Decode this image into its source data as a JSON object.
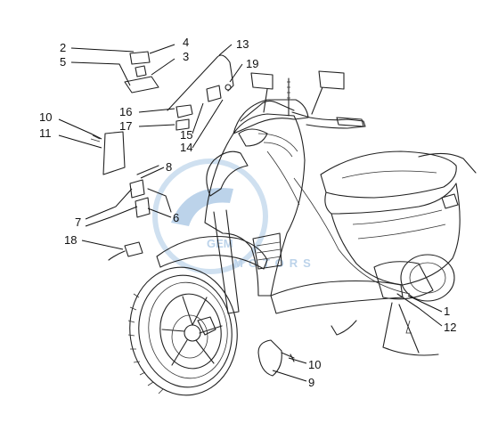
{
  "watermark": {
    "brand": "GEM",
    "sub": "MOTORS"
  },
  "callouts": [
    {
      "id": "c2a",
      "text": "2"
    },
    {
      "id": "c4",
      "text": "4"
    },
    {
      "id": "c5",
      "text": "5"
    },
    {
      "id": "c3",
      "text": "3"
    },
    {
      "id": "c13",
      "text": "13"
    },
    {
      "id": "c19",
      "text": "19"
    },
    {
      "id": "c10a",
      "text": "10"
    },
    {
      "id": "c11",
      "text": "11"
    },
    {
      "id": "c16",
      "text": "16"
    },
    {
      "id": "c17",
      "text": "17"
    },
    {
      "id": "c15",
      "text": "15"
    },
    {
      "id": "c14",
      "text": "14"
    },
    {
      "id": "c8",
      "text": "8"
    },
    {
      "id": "c7",
      "text": "7"
    },
    {
      "id": "c6",
      "text": "6"
    },
    {
      "id": "c18",
      "text": "18"
    },
    {
      "id": "c1",
      "text": "1"
    },
    {
      "id": "c12",
      "text": "12"
    },
    {
      "id": "c10b",
      "text": "10"
    },
    {
      "id": "c9",
      "text": "9"
    }
  ],
  "colors": {
    "line": "#111111",
    "watermark": "#bcd3ea",
    "background": "#ffffff"
  }
}
